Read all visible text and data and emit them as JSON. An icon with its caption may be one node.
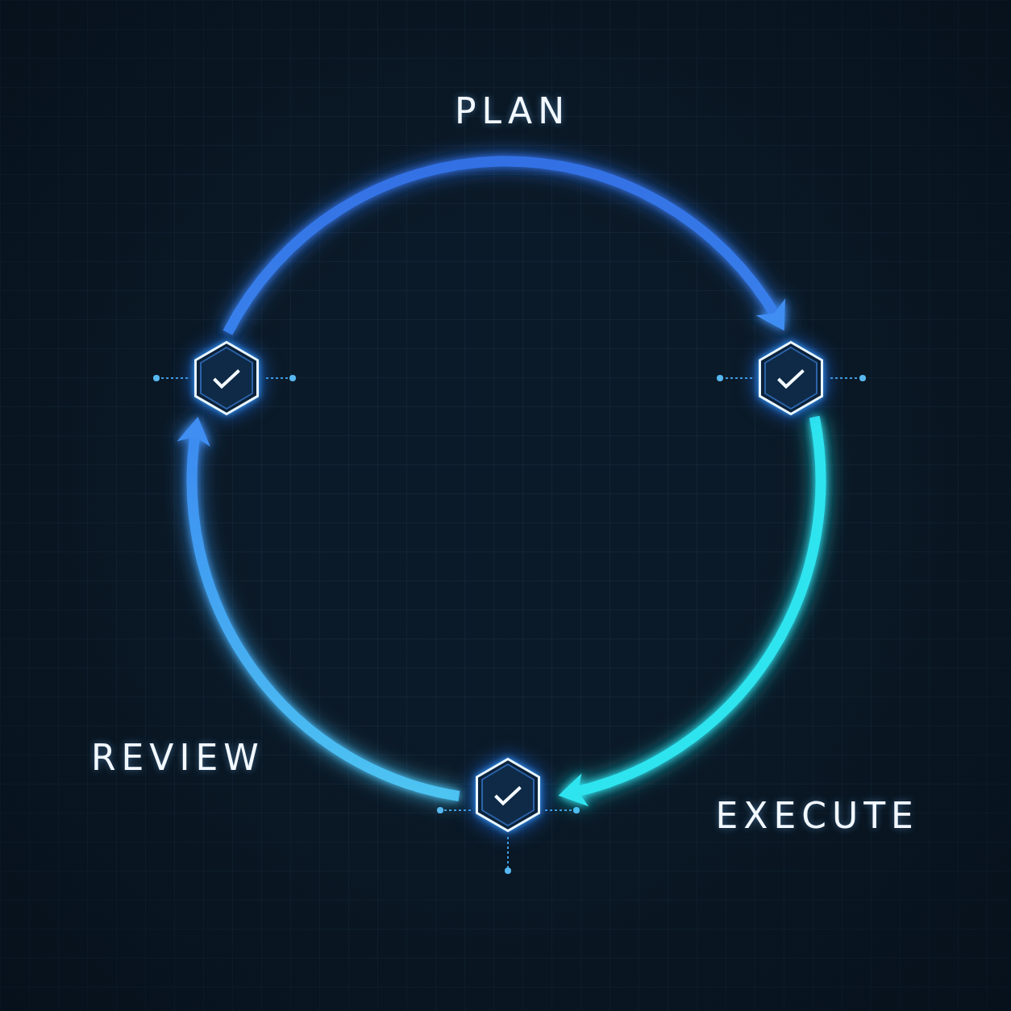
{
  "diagram": {
    "nodes": [
      {
        "text": [],
        "shape": "hexagon"
      },
      {
        "text": [],
        "shape": "hexagon"
      },
      {
        "text": [],
        "shape": "hexagon"
      }
    ],
    "edges": [
      {
        "from": 0,
        "to": 1,
        "arrow": "to",
        "label": "PLAN"
      },
      {
        "from": 1,
        "to": 2,
        "arrow": "to",
        "label": "EXECUTE",
        "color": "#2ee4ef"
      },
      {
        "from": 2,
        "to": 0,
        "arrow": "to",
        "label": "REVIEW"
      }
    ]
  }
}
